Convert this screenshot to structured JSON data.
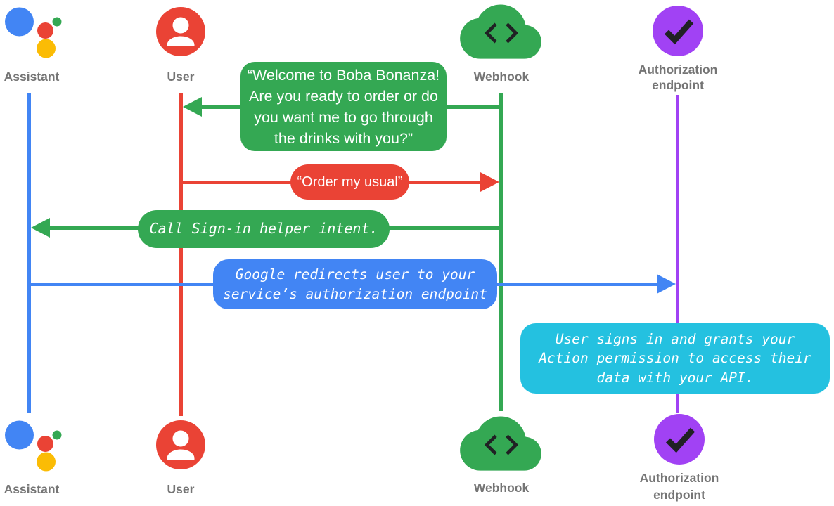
{
  "colors": {
    "blue": "#4285F4",
    "red": "#EA4335",
    "green": "#34A853",
    "yellow": "#FBBC05",
    "purple": "#A142F4",
    "cyan": "#24C1E0",
    "label_gray": "#757575",
    "glyph_dark": "#202124"
  },
  "actors": {
    "assistant": {
      "label": "Assistant",
      "icon": "google-assistant-logo"
    },
    "user": {
      "label": "User",
      "icon": "person-circle-icon"
    },
    "webhook": {
      "label": "Webhook",
      "icon": "code-cloud-icon"
    },
    "auth_endpoint": {
      "label_line1": "Authorization",
      "label_line2": "endpoint",
      "icon": "check-circle-icon"
    }
  },
  "messages": {
    "welcome": {
      "from": "Webhook",
      "to": "User",
      "color": "#34A853",
      "lines": [
        "“Welcome to Boba Bonanza!",
        "Are you ready to order or do",
        "you want me to go through",
        "the drinks with you?”"
      ]
    },
    "order": {
      "from": "User",
      "to": "Webhook",
      "color": "#EA4335",
      "lines": [
        "“Order my usual”"
      ]
    },
    "signin_helper": {
      "from": "Webhook",
      "to": "Assistant",
      "color": "#34A853",
      "lines": [
        "Call Sign-in helper intent."
      ]
    },
    "redirect": {
      "from": "Assistant",
      "to": "Authorization endpoint",
      "color": "#4285F4",
      "lines": [
        "Google redirects user to your",
        "service’s authorization endpoint"
      ]
    },
    "grant": {
      "note_on": "Authorization endpoint",
      "color": "#24C1E0",
      "lines": [
        "User signs in and grants your",
        "Action permission to access their",
        "data with your API."
      ]
    }
  }
}
